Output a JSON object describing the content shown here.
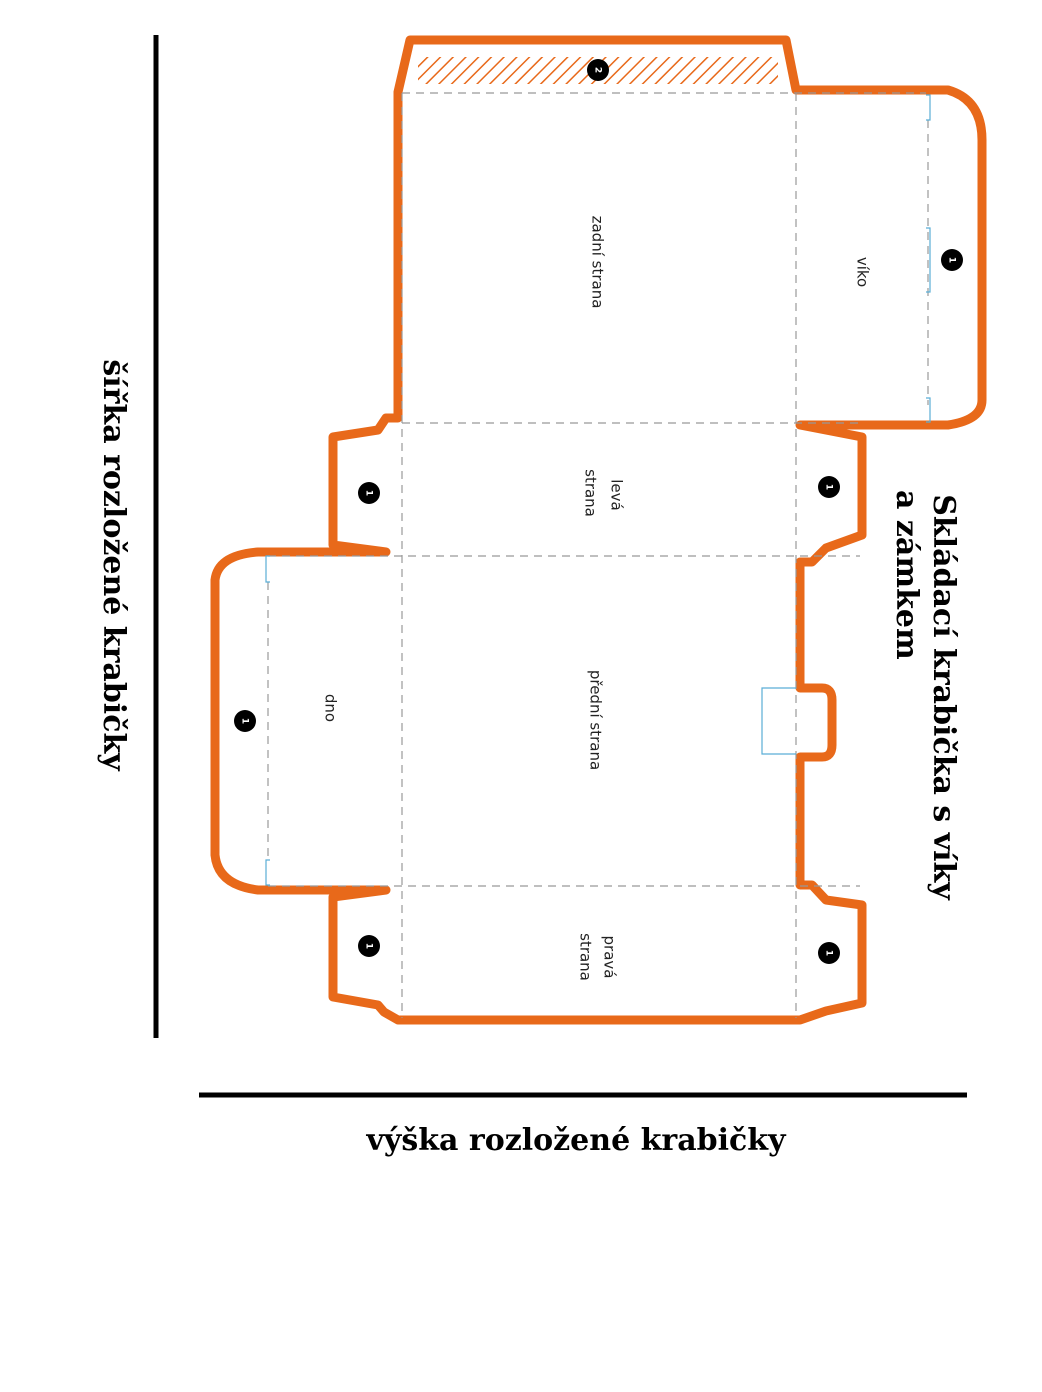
{
  "diagram": {
    "title_line1": "Skládací krabička s víky",
    "title_line2": "a zámkem",
    "dimension_width_label": "šířka rozložené krabičky",
    "dimension_height_label": "výška rozložené krabičky",
    "panels": {
      "back": "zadní strana",
      "lid": "víko",
      "left_line1": "levá",
      "left_line2": "strana",
      "front": "přední strana",
      "bottom": "dno",
      "right_line1": "pravá",
      "right_line2": "strana"
    },
    "markers": {
      "glue_flap": "2",
      "tab": "1"
    },
    "colors": {
      "cut_line": "#e8691a",
      "fold_line": "#999999",
      "inner_line": "#5aaed6",
      "marker": "#000000"
    }
  }
}
